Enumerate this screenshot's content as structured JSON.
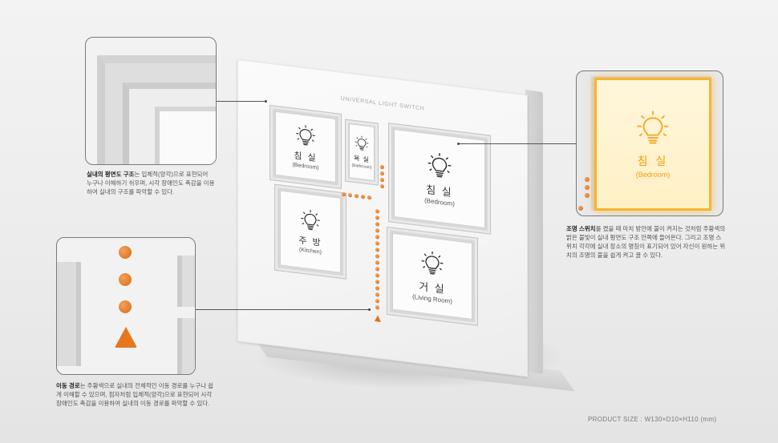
{
  "panel": {
    "title": "UNIVERSAL LIGHT SWITCH",
    "rooms": [
      {
        "name": "침 실",
        "sub": "(Bedroom)"
      },
      {
        "name": "욕 실",
        "sub": "(Bathroom)"
      },
      {
        "name": "침 실",
        "sub": "(Bedroom)"
      },
      {
        "name": "주 방",
        "sub": "(Kitchen)"
      },
      {
        "name": "거 실",
        "sub": "(Living Room)"
      }
    ]
  },
  "zoom_lit": {
    "name": "침 실",
    "sub": "(Bedroom)",
    "glow_color": "#f5a623"
  },
  "captions": {
    "floorplan": {
      "title": "실내의 평면도 구조",
      "text": "는 입체적(양각)으로 표현되어 누구나 이해하기 쉬우며, 시각 장애인도 촉감을 이용하여 실내의 구조를 파악할 수 있다."
    },
    "switch": {
      "title": "조명 스위치",
      "text": "를 켰을 때 마치 방안에 불이 켜지는 것처럼 주황색의 밝은 불빛이 실내 평면도 구조 안쪽에 들어온다. 그리고 조명 스위치 각각에 실내 장소의 명칭이 표기되어 있어 자신이 원하는 위치의 조명의 불을 쉽게 켜고 끌 수 있다."
    },
    "path": {
      "title": "이동 경로",
      "text": "는 주황색으로 실내의 전체적인 이동 경로를 누구나 쉽게 이해할 수 있으며, 점자처럼 입체적(양각)으로 표현되어 시각 장애인도 촉감을 이용하여 실내의 이동 경로를 파악할 수 있다."
    }
  },
  "product_size": "PRODUCT SIZE : W130×D10×H110 (mm)",
  "colors": {
    "accent_orange": "#e0731b",
    "lit_yellow": "#f5a623"
  },
  "icons": [
    "light-bulb-icon",
    "path-dot-icon",
    "path-arrow-icon"
  ]
}
